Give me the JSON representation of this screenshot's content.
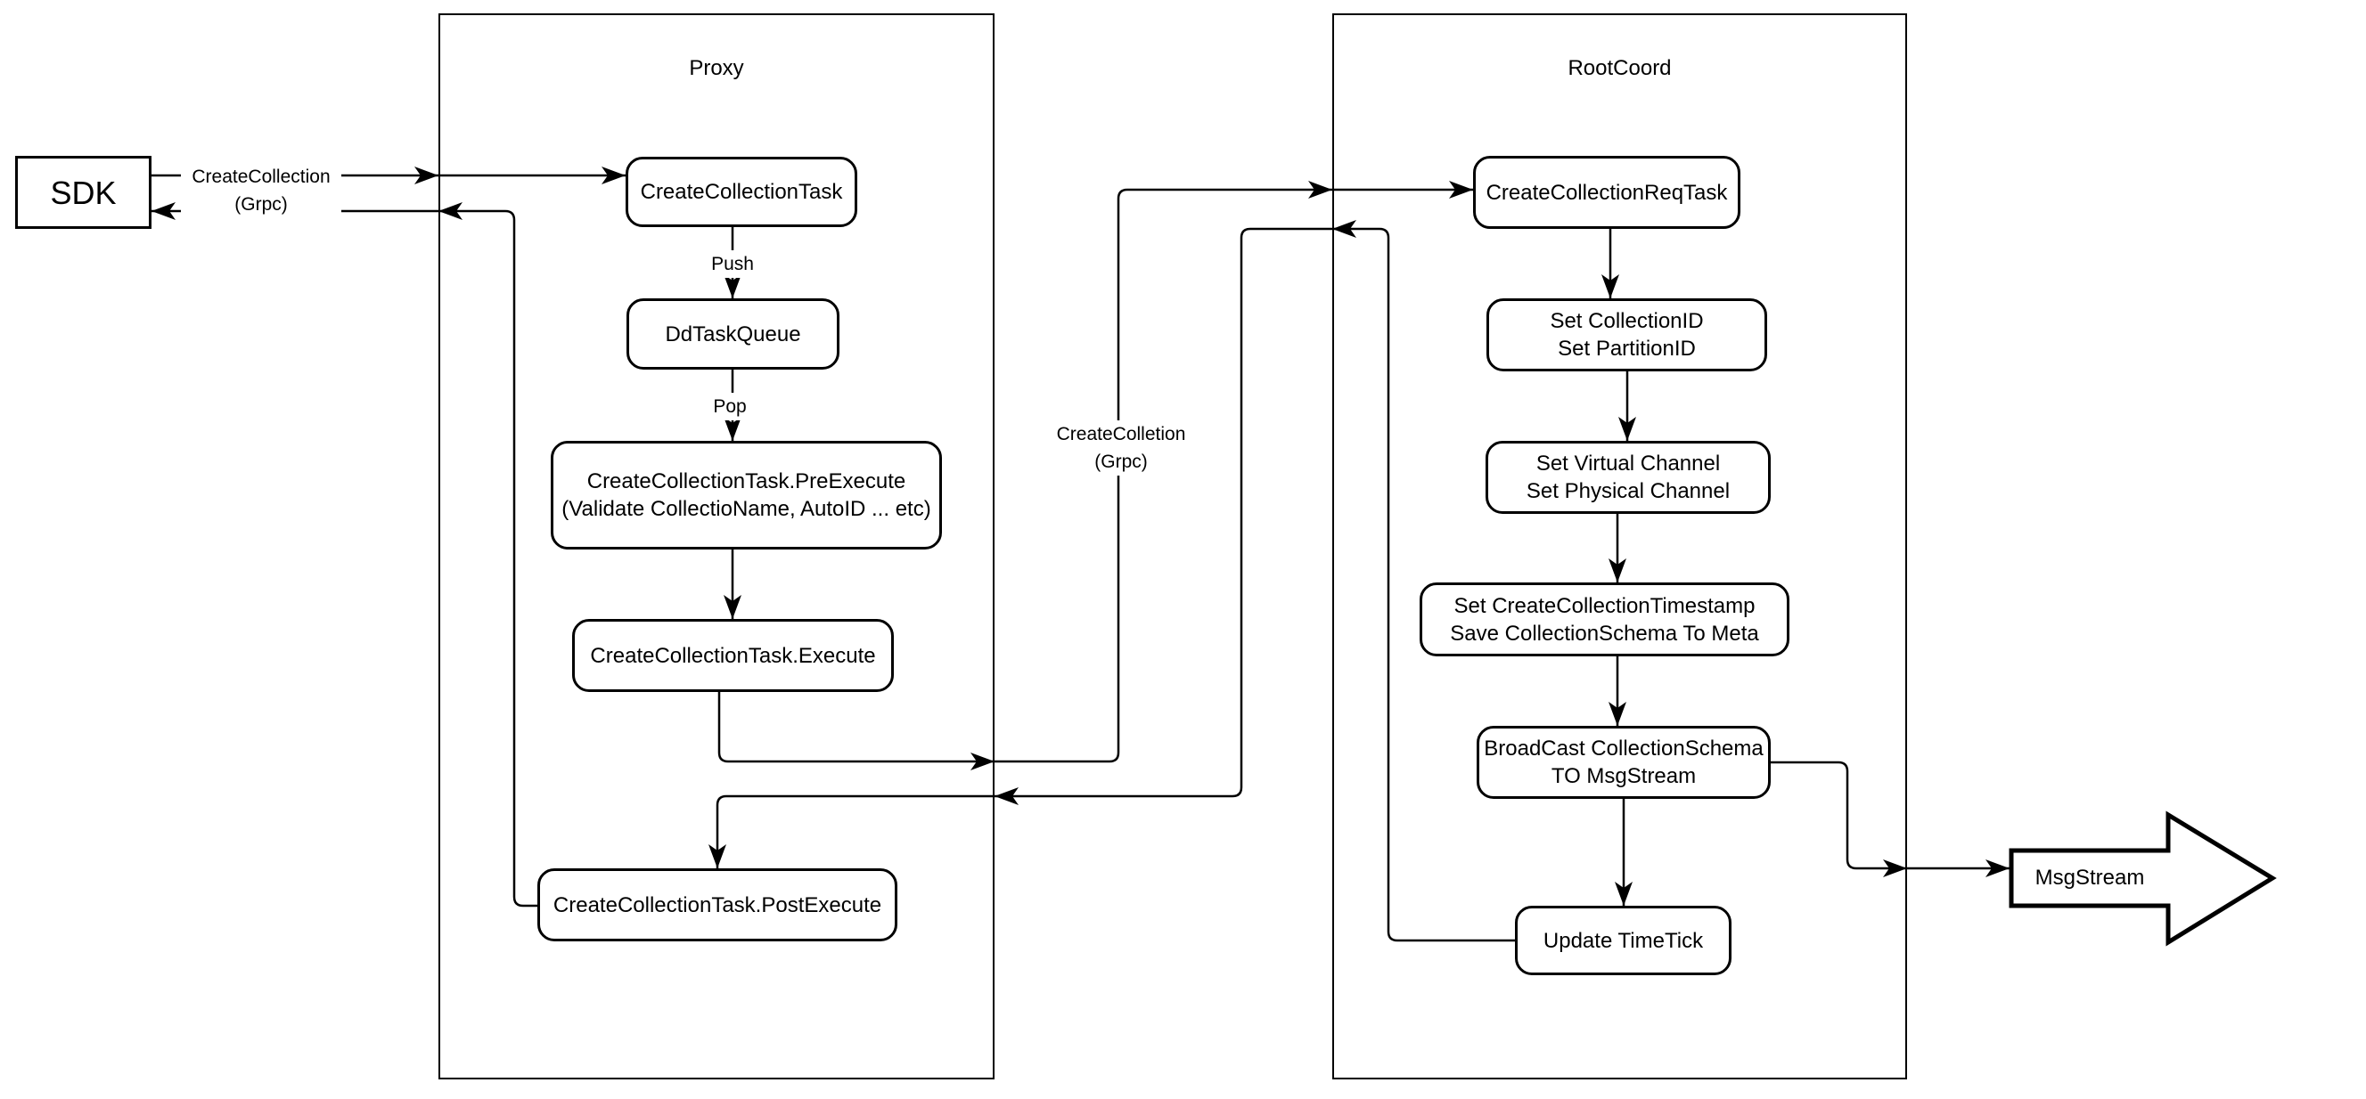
{
  "diagram": {
    "background_color": "#ffffff",
    "stroke_color": "#000000",
    "sdk": {
      "label": "SDK"
    },
    "proxy": {
      "title": "Proxy",
      "nodes": {
        "task": {
          "label": "CreateCollectionTask"
        },
        "queue": {
          "label": "DdTaskQueue"
        },
        "pre": {
          "label": "CreateCollectionTask.PreExecute\n(Validate CollectioName, AutoID ... etc)"
        },
        "exec": {
          "label": "CreateCollectionTask.Execute"
        },
        "post": {
          "label": "CreateCollectionTask.PostExecute"
        }
      }
    },
    "rootcoord": {
      "title": "RootCoord",
      "nodes": {
        "reqtask": {
          "label": "CreateCollectionReqTask"
        },
        "set_ids": {
          "label": "Set CollectionID\nSet PartitionID"
        },
        "set_channels": {
          "label": "Set Virtual Channel\nSet Physical Channel"
        },
        "set_timestamp": {
          "label": "Set CreateCollectionTimestamp\nSave CollectionSchema To Meta"
        },
        "broadcast": {
          "label": "BroadCast CollectionSchema\nTO MsgStream"
        },
        "update_timetick": {
          "label": "Update TimeTick"
        }
      }
    },
    "edge_labels": {
      "sdk_grpc": "CreateCollection\n(Grpc)",
      "push": "Push",
      "pop": "Pop",
      "center_grpc": "CreateColletion\n(Grpc)"
    },
    "msgstream": {
      "label": "MsgStream"
    }
  }
}
